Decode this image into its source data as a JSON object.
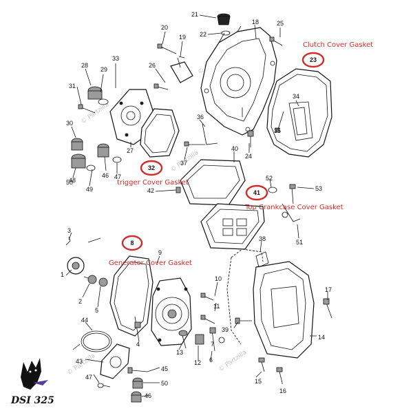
{
  "callouts": {
    "clutch": "Clutch Cover Gasket",
    "trigger": "trigger Cover Gasket",
    "top_crankcase": "Top Crankcase Cover Gasket",
    "generator": "Generator Cover Gasket"
  },
  "circled_numbers": {
    "clutch": "23",
    "trigger": "32",
    "top_crankcase": "41",
    "generator": "8"
  },
  "part_numbers": [
    "21",
    "22",
    "18",
    "25",
    "20",
    "19",
    "33",
    "28",
    "29",
    "26",
    "31",
    "34",
    "30",
    "50",
    "36",
    "35",
    "27",
    "37",
    "24",
    "40",
    "46",
    "47",
    "48",
    "49",
    "52",
    "53",
    "42",
    "51",
    "3",
    "9",
    "38",
    "1",
    "2",
    "5",
    "10",
    "11",
    "17",
    "44",
    "4",
    "12",
    "13",
    "39",
    "7",
    "6",
    "14",
    "43",
    "45",
    "15",
    "47",
    "50",
    "46",
    "16"
  ],
  "watermark": "© Partzilla",
  "colors": {
    "accent": "#d42a2a",
    "ink": "#111111"
  },
  "logo": {
    "text": "DSI 325"
  }
}
